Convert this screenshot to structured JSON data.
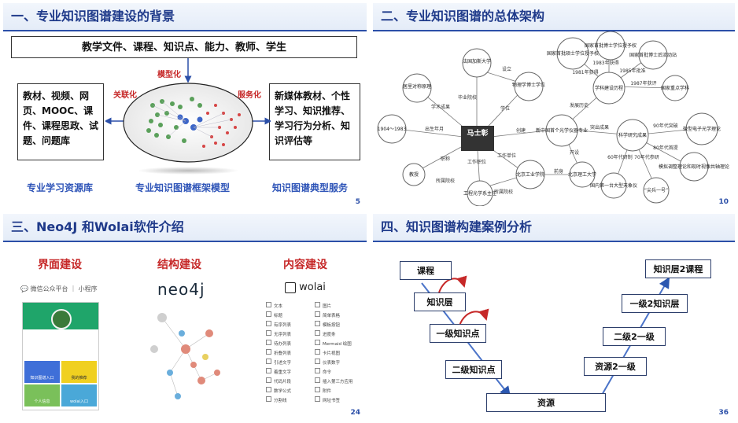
{
  "panel1": {
    "title": "一、专业知识图谱建设的背景",
    "top_box": "教学文件、课程、知识点、能力、教师、学生",
    "left_box": "教材、视频、网页、MOOC、课件、课程思政、试题、问题库",
    "right_box": "新媒体教材、个性学习、知识推荐、学习行为分析、知识评估等",
    "label_association": "关联化",
    "label_modeling": "模型化",
    "label_service": "服务化",
    "caption_left": "专业学习资源库",
    "caption_center": "专业知识图谱框架模型",
    "caption_right": "知识图谱典型服务",
    "page": "5"
  },
  "panel2": {
    "title": "二、专业知识图谱的总体架构",
    "center": "马士彰",
    "nodes": {
      "fadian": "法国加斯大学",
      "physics": "物理学博士学位",
      "juli": "居里对称原理",
      "years": "1904～1983",
      "jiaoshou": "教授",
      "gongcheng": "工程光学系主任",
      "beigong": "北京工业学院",
      "bjlg": "北京理工大学",
      "xingzhong": "新中国首个光学仪器专业",
      "xueke": "学科建设历程",
      "keyan": "科学研究成果",
      "shoupi_bs": "国家首批博士学位授予权",
      "shoupi_ss": "国家首批硕士学位授予权",
      "shoupi_bsh": "国家首批博士后流动站",
      "zhongdian": "国家重点学科",
      "weiguang": "微型电子光学理论",
      "moxing": "模拟调整理论和现时视像共轴理论",
      "diyi": "国内第一台大型天象仪",
      "jianbing": "“尖兵一号”"
    },
    "edges": {
      "sheli": "设立",
      "biye": "毕业院校",
      "xuewei": "学位",
      "xueshu": "学术成果",
      "chusheng": "出生年月",
      "zhiwei": "职称",
      "chuangjian": "创建",
      "gongzuo": "工作单位",
      "gongzhiwei": "工作职位",
      "suoshu1": "所属院校",
      "suoshu2": "所属院校",
      "fazhan": "发展历史",
      "kaichuang": "开设",
      "qianshen": "前身",
      "tuchu": "突出成果",
      "y1981": "1981年获得",
      "y1983": "1983年获得",
      "y1985": "1985年批准",
      "y1987": "1987年获评",
      "y90": "90年代突破",
      "y60": "60年代研制",
      "y70": "70年代参研",
      "y80": "80年代首提"
    },
    "page": "10"
  },
  "panel3": {
    "title": "三、Neo4J 和Wolai软件介绍",
    "col1": "界面建设",
    "col2": "结构建设",
    "col3": "内容建设",
    "wechat": "微信公众平台 ｜ 小程序",
    "neo4j_logo": "neo4j",
    "wolai_logo": "wolai",
    "tile1": "知识图谱入口",
    "tile2": "我的推荐",
    "tile3": "个人信息",
    "tile4": "wolai入口",
    "menu_left": [
      "文本",
      "标题",
      "有序列表",
      "无序列表",
      "待办列表",
      "折叠列表",
      "引述文字",
      "着重文字",
      "代码片段",
      "数学公式",
      "分割线"
    ],
    "menu_right": [
      "图片",
      "简单表格",
      "模板按钮",
      "进度条",
      "Mermaid 绘图",
      "卡片视图",
      "仪表数字",
      "命令",
      "插入第三方应用",
      "附件",
      "网址书签"
    ],
    "page": "24"
  },
  "panel4": {
    "title": "四、知识图谱构建案例分析",
    "n_kecheng": "课程",
    "n_zhishiceng": "知识层",
    "n_yiji": "一级知识点",
    "n_erji": "二级知识点",
    "n_ziyuan": "资源",
    "n_ziyuan2": "资源2一级",
    "n_erji2": "二级2一级",
    "n_yiji2": "一级2知识层",
    "n_zhishi2": "知识层2课程",
    "page": "36"
  }
}
